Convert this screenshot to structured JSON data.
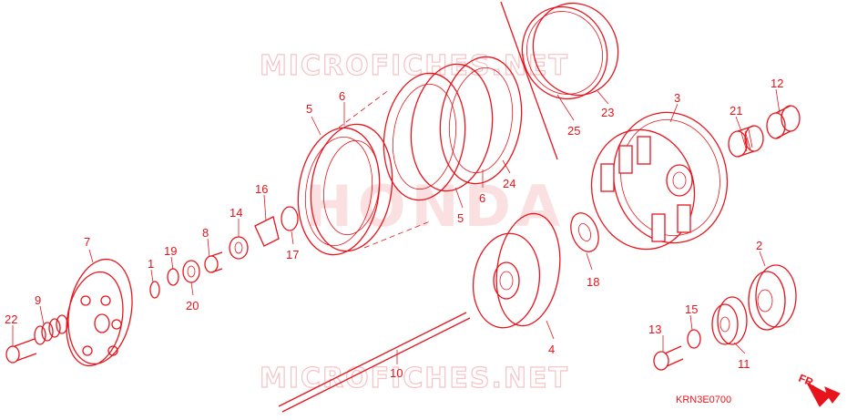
{
  "watermark": {
    "top": "MICROFICHES.NET",
    "bottom": "MICROFICHES.NET",
    "center": "HONDA"
  },
  "diagram_code": "KRN3E0700",
  "front_indicator": "FR.",
  "callouts": [
    "1",
    "2",
    "3",
    "4",
    "5",
    "6",
    "7",
    "8",
    "9",
    "10",
    "11",
    "12",
    "13",
    "14",
    "15",
    "16",
    "17",
    "18",
    "19",
    "20",
    "21",
    "22",
    "23",
    "24",
    "25"
  ],
  "labels": {
    "p1": "1",
    "p2": "2",
    "p3": "3",
    "p4": "4",
    "p5a": "5",
    "p5b": "5",
    "p6a": "6",
    "p6b": "6",
    "p7": "7",
    "p8": "8",
    "p9": "9",
    "p10": "10",
    "p11": "11",
    "p12": "12",
    "p13": "13",
    "p14": "14",
    "p15": "15",
    "p16": "16",
    "p17": "17",
    "p18": "18",
    "p19": "19",
    "p20": "20",
    "p21": "21",
    "p22": "22",
    "p23": "23",
    "p24": "24",
    "p25": "25"
  },
  "colors": {
    "line": "#e8141c",
    "watermark": "#f6c3c6",
    "background": "#ffffff"
  }
}
